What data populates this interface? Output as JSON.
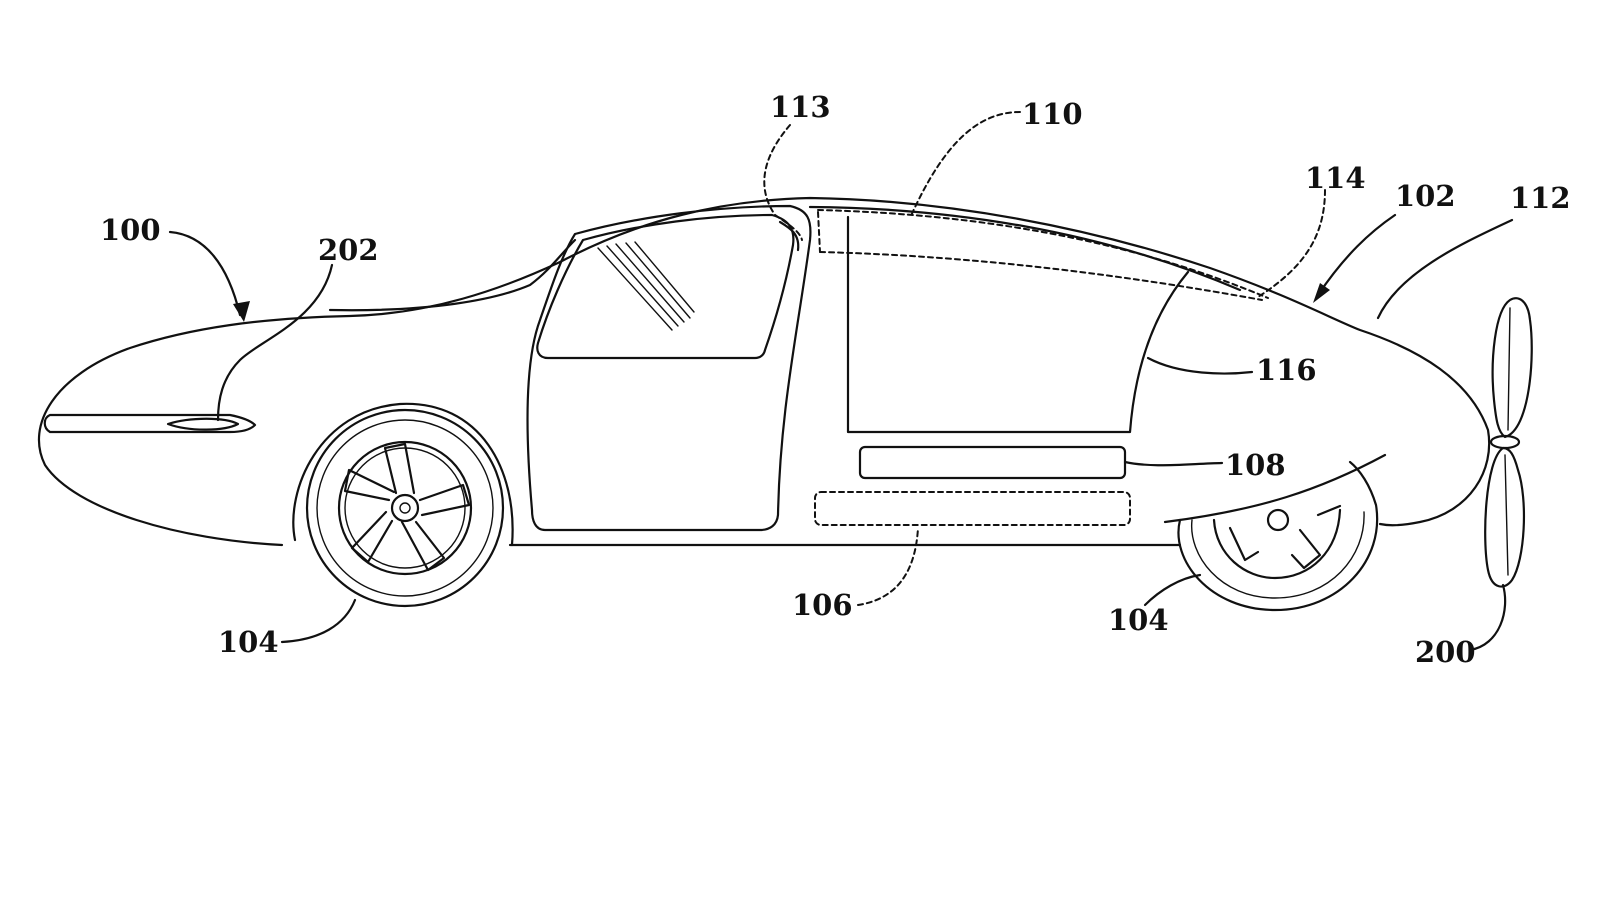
{
  "figure": {
    "labels": {
      "vehicle": "100",
      "body": "102",
      "wheel_front": "104",
      "wheel_rear": "104",
      "storage": "106",
      "battery": "108",
      "roof_unit": "110",
      "tail": "112",
      "door_edge": "113",
      "roof_rear": "114",
      "rear_door": "116",
      "propeller": "200",
      "headlight": "202"
    }
  }
}
